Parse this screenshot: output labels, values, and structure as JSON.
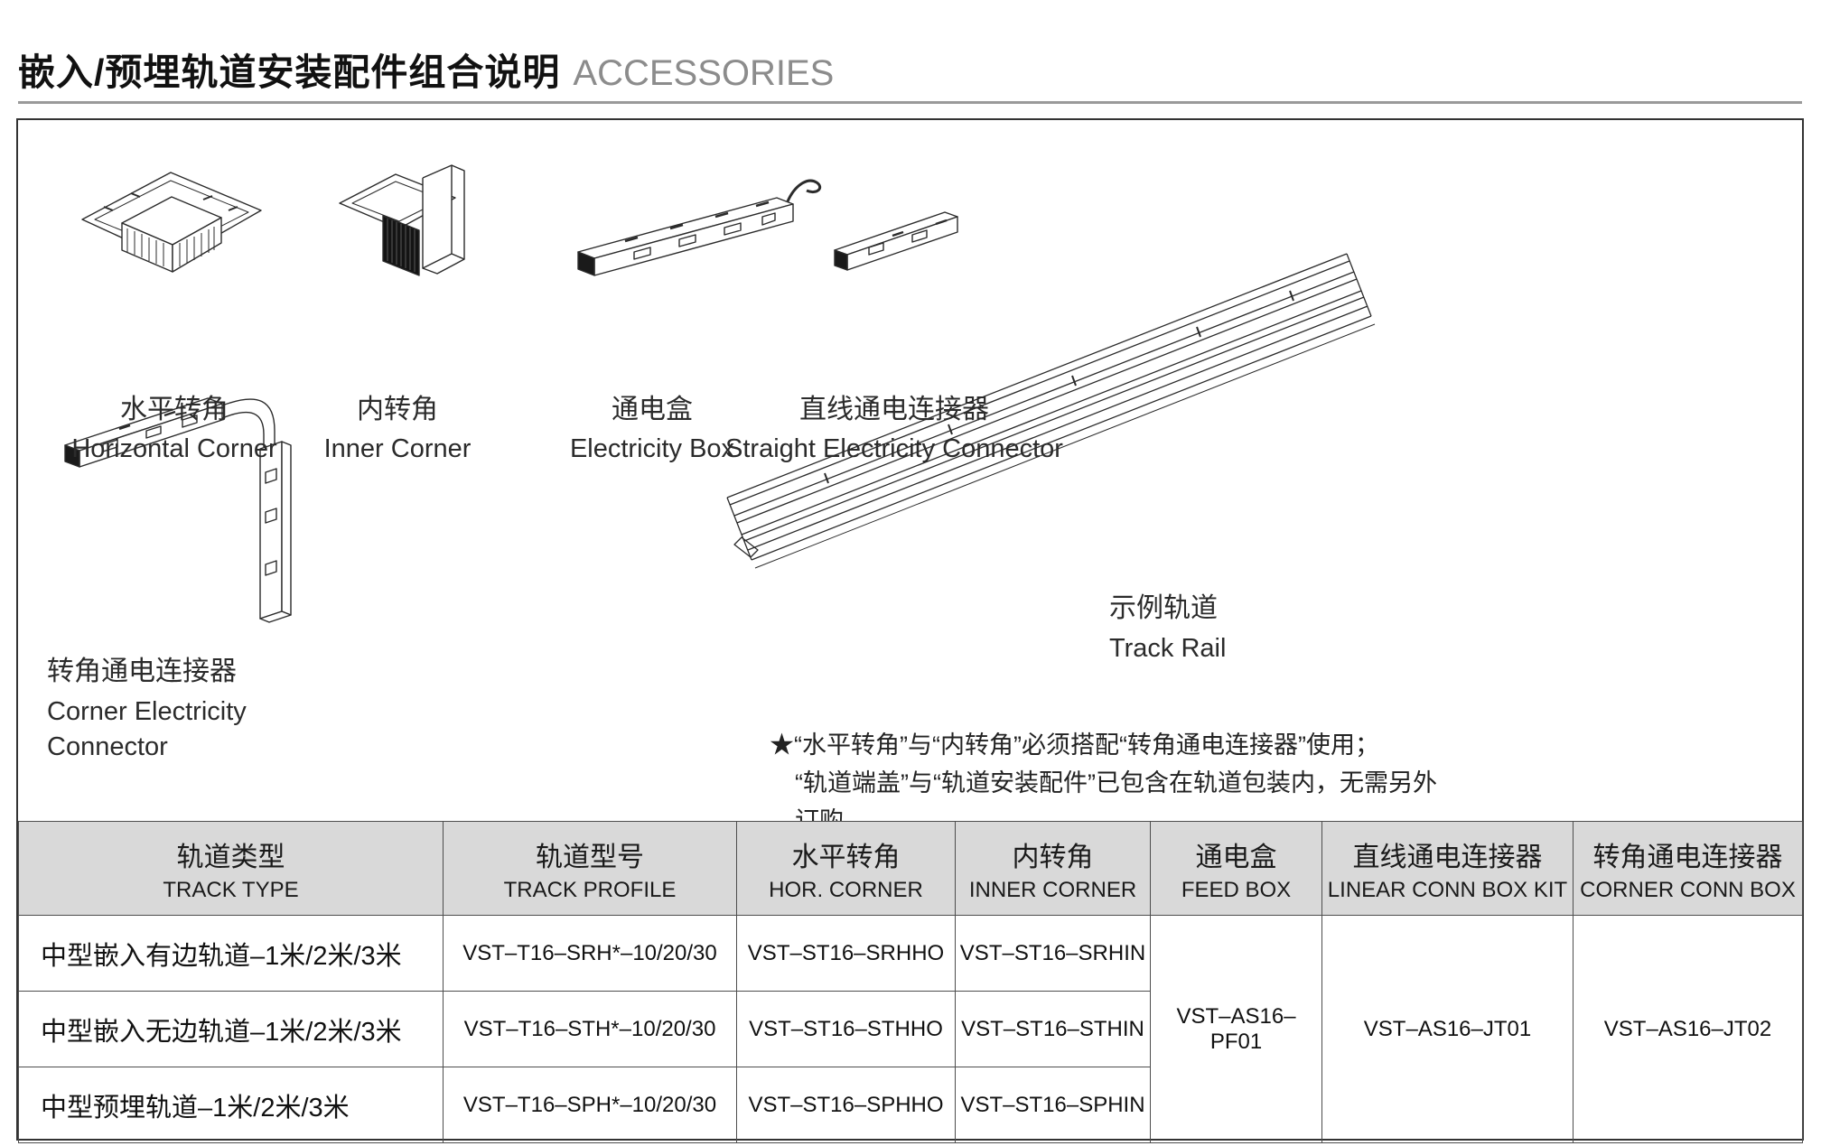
{
  "title": {
    "cn": "嵌入/预埋轨道安装配件组合说明",
    "en": "ACCESSORIES"
  },
  "diagram": {
    "horizontal_corner": {
      "cn": "水平转角",
      "en": "Horizontal Corner"
    },
    "inner_corner": {
      "cn": "内转角",
      "en": "Inner Corner"
    },
    "electricity_box": {
      "cn": "通电盒",
      "en": "Electricity Box"
    },
    "straight_connector": {
      "cn": "直线通电连接器",
      "en": "Straight Electricity Connector"
    },
    "corner_connector": {
      "cn": "转角通电连接器",
      "en_line1": "Corner Electricity",
      "en_line2": "Connector"
    },
    "track_rail": {
      "cn": "示例轨道",
      "en": "Track Rail"
    },
    "note": {
      "line1": "★“水平转角”与“内转角”必须搭配“转角通电连接器”使用；",
      "line2": "“轨道端盖”与“轨道安装配件”已包含在轨道包装内，无需另外订购。"
    }
  },
  "table": {
    "headers": [
      {
        "cn": "轨道类型",
        "en": "TRACK TYPE"
      },
      {
        "cn": "轨道型号",
        "en": "TRACK PROFILE"
      },
      {
        "cn": "水平转角",
        "en": "HOR. CORNER"
      },
      {
        "cn": "内转角",
        "en": "INNER CORNER"
      },
      {
        "cn": "通电盒",
        "en": "FEED BOX"
      },
      {
        "cn": "直线通电连接器",
        "en": "LINEAR CONN BOX KIT"
      },
      {
        "cn": "转角通电连接器",
        "en": "CORNER CONN BOX"
      }
    ],
    "rows": [
      {
        "type": "中型嵌入有边轨道–1米/2米/3米",
        "profile": "VST–T16–SRH*–10/20/30",
        "hor_corner": "VST–ST16–SRHHO",
        "inner_corner": "VST–ST16–SRHIN"
      },
      {
        "type": "中型嵌入无边轨道–1米/2米/3米",
        "profile": "VST–T16–STH*–10/20/30",
        "hor_corner": "VST–ST16–STHHO",
        "inner_corner": "VST–ST16–STHIN"
      },
      {
        "type": "中型预埋轨道–1米/2米/3米",
        "profile": "VST–T16–SPH*–10/20/30",
        "hor_corner": "VST–ST16–SPHHO",
        "inner_corner": "VST–ST16–SPHIN"
      }
    ],
    "merged": {
      "feed_box": "VST–AS16–PF01",
      "linear_conn": "VST–AS16–JT01",
      "corner_conn": "VST–AS16–JT02"
    }
  },
  "colors": {
    "table_header_bg": "#d9d9d9",
    "title_en_color": "#8c8c8c"
  }
}
